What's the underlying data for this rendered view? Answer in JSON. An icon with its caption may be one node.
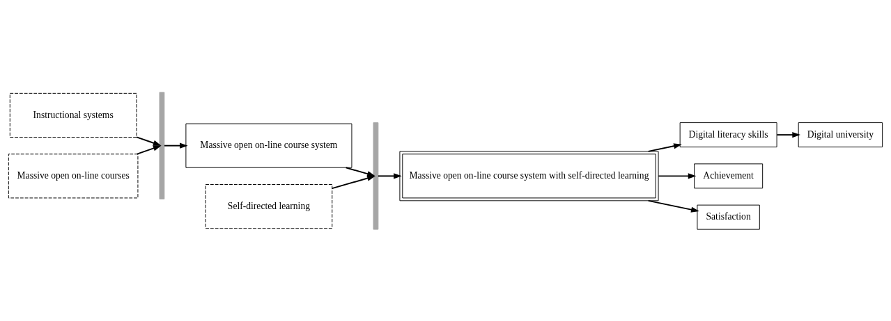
{
  "diagram": {
    "nodes": [
      {
        "text": [
          "Instructional systems"
        ]
      },
      {
        "text": [
          "Massive open on-line courses"
        ]
      },
      {
        "text": [
          "Self-directed learning"
        ]
      },
      {
        "text": [],
        "shape": "bar"
      },
      {
        "text": [
          "Massive open on-line course system"
        ]
      },
      {
        "text": [],
        "shape": "bar"
      },
      {
        "text": [
          "Massive open on-line course system with self-directed learning"
        ]
      },
      {
        "text": [
          "Digital literacy skills"
        ]
      },
      {
        "text": [
          "Achievement"
        ]
      },
      {
        "text": [
          "Satisfaction"
        ]
      },
      {
        "text": [
          "Digital university"
        ]
      }
    ],
    "edges": [
      {
        "from": 0,
        "to": 3,
        "arrow": "to"
      },
      {
        "from": 1,
        "to": 3,
        "arrow": "to"
      },
      {
        "from": 3,
        "to": 4,
        "arrow": "to"
      },
      {
        "from": 4,
        "to": 5,
        "arrow": "to"
      },
      {
        "from": 2,
        "to": 5,
        "arrow": "to"
      },
      {
        "from": 5,
        "to": 6,
        "arrow": "to"
      },
      {
        "from": 6,
        "to": 7,
        "arrow": "to"
      },
      {
        "from": 6,
        "to": 8,
        "arrow": "to"
      },
      {
        "from": 6,
        "to": 9,
        "arrow": "to"
      },
      {
        "from": 7,
        "to": 10,
        "arrow": "to"
      }
    ]
  }
}
